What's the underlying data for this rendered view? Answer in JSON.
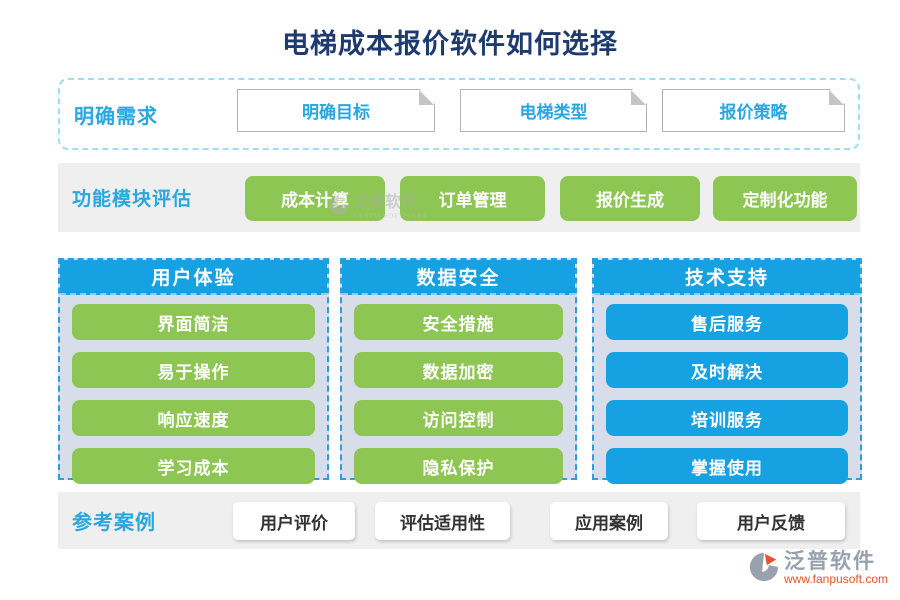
{
  "title": "电梯成本报价软件如何选择",
  "rows": {
    "requirements": {
      "label": "明确需求",
      "items": [
        "明确目标",
        "电梯类型",
        "报价策略"
      ]
    },
    "modules": {
      "label": "功能模块评估",
      "items": [
        "成本计算",
        "订单管理",
        "报价生成",
        "定制化功能"
      ]
    },
    "cases": {
      "label": "参考案例",
      "items": [
        "用户评价",
        "评估适用性",
        "应用案例",
        "用户反馈"
      ]
    }
  },
  "columns": [
    {
      "header": "用户体验",
      "style": "green",
      "items": [
        "界面简洁",
        "易于操作",
        "响应速度",
        "学习成本"
      ]
    },
    {
      "header": "数据安全",
      "style": "green",
      "items": [
        "安全措施",
        "数据加密",
        "访问控制",
        "隐私保护"
      ]
    },
    {
      "header": "技术支持",
      "style": "blue",
      "items": [
        "售后服务",
        "及时解决",
        "培训服务",
        "掌握使用"
      ]
    }
  ],
  "watermark": {
    "text": "泛普软件",
    "subtext": "FANPU SOFTWARE"
  },
  "footer_logo": {
    "name": "泛普软件",
    "url": "www.fanpusoft.com"
  },
  "colors": {
    "title_navy": "#1e3a6e",
    "label_blue": "#29a7e1",
    "header_blue": "#16a1e2",
    "button_green": "#8dc653",
    "column_bg": "#d7dde9",
    "band_gray": "#efefef",
    "logo_orange": "#e8552a",
    "logo_gray": "#98a1ae"
  }
}
